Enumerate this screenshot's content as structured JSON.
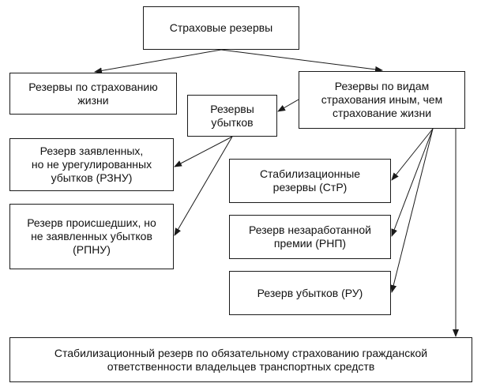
{
  "diagram": {
    "nodes": {
      "root": "Страховые резервы",
      "life": "Резервы по страхованию\nжизни",
      "nonlife": "Резервы по видам\nстрахования иным, чем\nстрахование жизни",
      "loss_reserves": "Резервы\nубытков",
      "rznu": "Резерв заявленных,\nно не урегулированных\nубытков (РЗНУ)",
      "rpnu": "Резерв происшедших, но\nне заявленных убытков\n(РПНУ)",
      "str": "Стабилизационные\nрезервы (СтР)",
      "rnp": "Резерв незаработанной\nпремии (РНП)",
      "ru": "Резерв убытков (РУ)",
      "osago": "Стабилизационный резерв по обязательному страхованию гражданской\nответственности владельцев транспортных средств"
    },
    "edges": [
      {
        "from": "root",
        "to": "life"
      },
      {
        "from": "root",
        "to": "nonlife"
      },
      {
        "from": "nonlife",
        "to": "loss_reserves"
      },
      {
        "from": "loss_reserves",
        "to": "rznu"
      },
      {
        "from": "loss_reserves",
        "to": "rpnu"
      },
      {
        "from": "nonlife",
        "to": "str"
      },
      {
        "from": "nonlife",
        "to": "rnp"
      },
      {
        "from": "nonlife",
        "to": "ru"
      },
      {
        "from": "nonlife",
        "to": "osago"
      }
    ]
  }
}
